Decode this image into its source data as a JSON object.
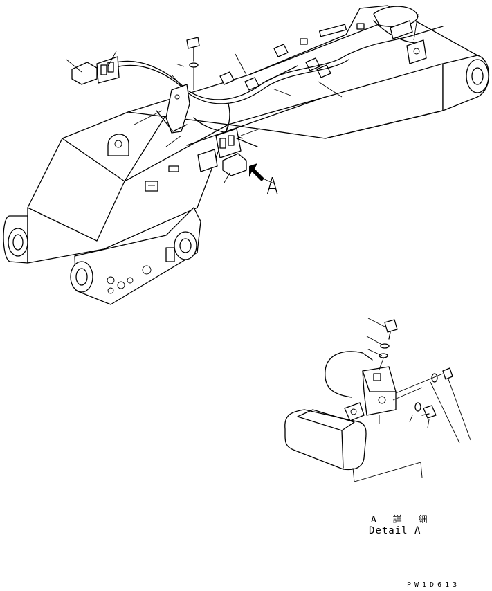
{
  "labels": {
    "view_callout": "A",
    "detail_title_jp": "A 詳 細",
    "detail_title_en": "Detail A",
    "drawing_number": "PW1D613"
  },
  "colors": {
    "line": "#000000",
    "background": "#ffffff"
  },
  "icons": [
    "view-direction-arrow-icon"
  ]
}
